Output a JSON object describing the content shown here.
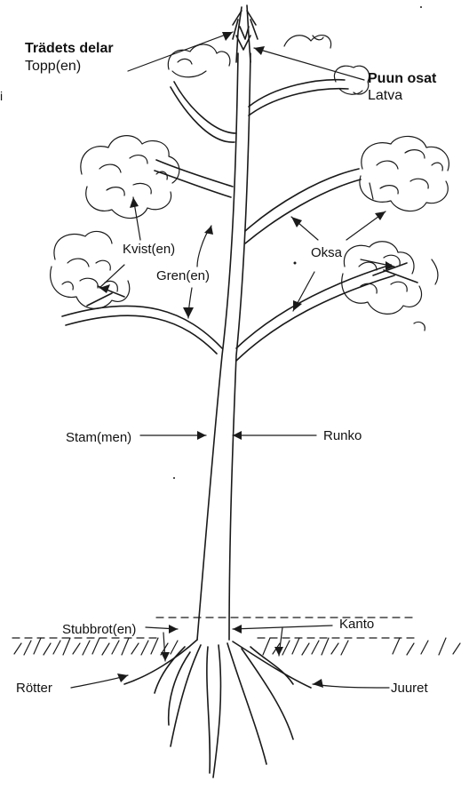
{
  "title_swedish": "Trädets delar",
  "title_finnish": "Puun osat",
  "stray_mark": "i",
  "labels": {
    "topp": "Topp(en)",
    "latva": "Latva",
    "kvist": "Kvist(en)",
    "gren": "Gren(en)",
    "oksa": "Oksa",
    "stam": "Stam(men)",
    "runko": "Runko",
    "stubbrot": "Stubbrot(en)",
    "kanto": "Kanto",
    "rotter": "Rötter",
    "juuret": "Juuret"
  },
  "colors": {
    "ink": "#1a1a1a",
    "background": "#ffffff"
  }
}
